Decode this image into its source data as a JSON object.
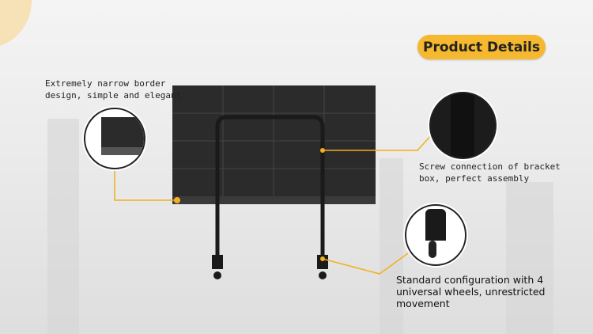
{
  "header": {
    "title": "Product Details"
  },
  "callouts": [
    {
      "text": "Extremely narrow border\ndesign, simple and elegant"
    },
    {
      "text": "Screw connection of bracket\nbox, perfect assembly"
    },
    {
      "text": "Standard configuration with 4\nuniversal wheels, unrestricted\nmovement"
    }
  ],
  "colors": {
    "accent": "#f5b82e",
    "panel": "#2a2a2a",
    "background": "#eeeeee"
  }
}
